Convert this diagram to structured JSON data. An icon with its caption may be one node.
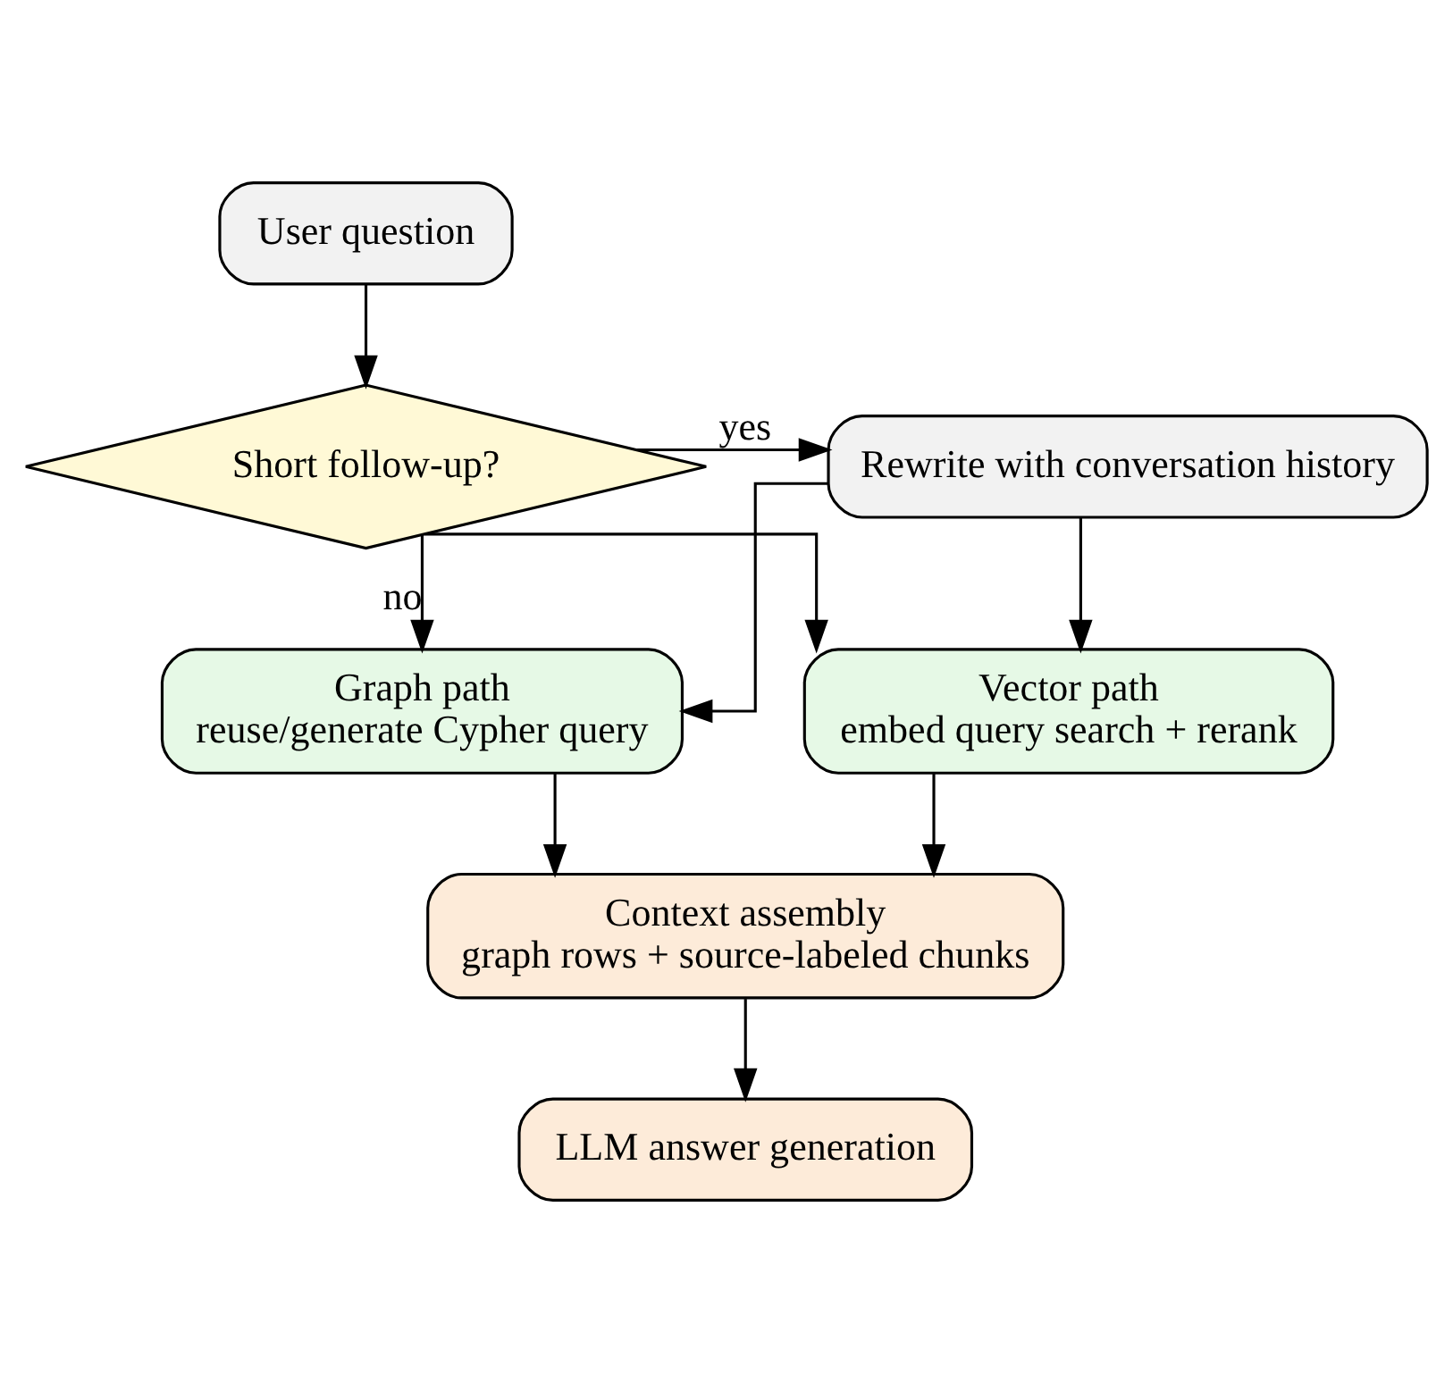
{
  "diagram": {
    "nodes": [
      {
        "text": [
          "User question"
        ]
      },
      {
        "text": [
          "Short follow-up?"
        ]
      },
      {
        "text": [
          "Rewrite with conversation history"
        ]
      },
      {
        "text": [
          "Graph path",
          "reuse/generate Cypher query"
        ]
      },
      {
        "text": [
          "Vector path",
          "embed query search + rerank"
        ]
      },
      {
        "text": [
          "Context assembly",
          "graph rows + source-labeled chunks"
        ]
      },
      {
        "text": [
          "LLM answer generation"
        ]
      }
    ],
    "edges": [
      {
        "from": 0,
        "to": 1,
        "arrow": "to"
      },
      {
        "from": 1,
        "to": 2,
        "arrow": "to",
        "label": "yes"
      },
      {
        "from": 1,
        "to": 3,
        "arrow": "to",
        "label": "no"
      },
      {
        "from": 1,
        "to": 4,
        "arrow": "to"
      },
      {
        "from": 2,
        "to": 3,
        "arrow": "to"
      },
      {
        "from": 2,
        "to": 4,
        "arrow": "to"
      },
      {
        "from": 3,
        "to": 5,
        "arrow": "to"
      },
      {
        "from": 4,
        "to": 5,
        "arrow": "to"
      },
      {
        "from": 5,
        "to": 6,
        "arrow": "to"
      }
    ]
  }
}
